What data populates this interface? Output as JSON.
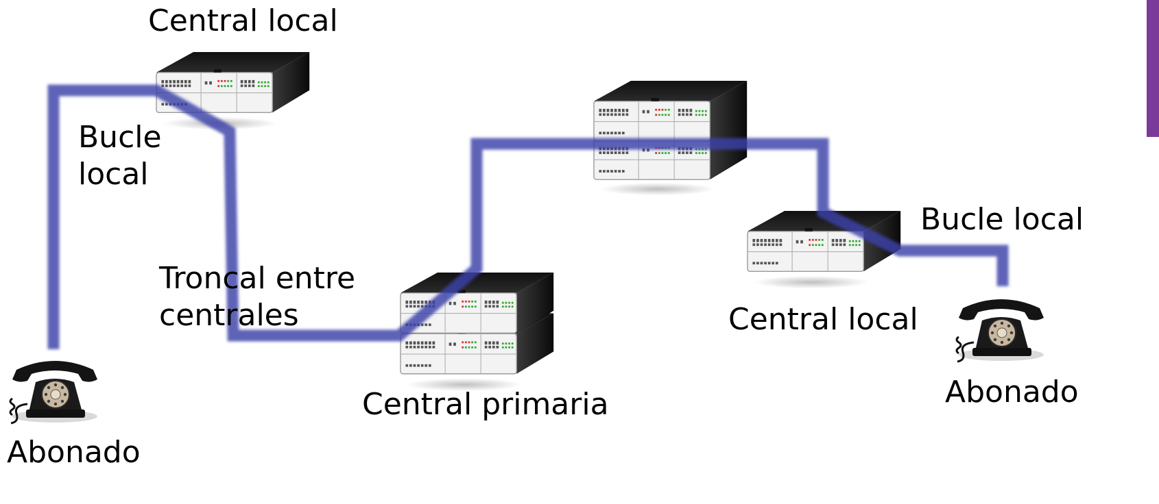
{
  "labels": {
    "central_local_top": "Central local",
    "bucle_local_left_line1": "Bucle",
    "bucle_local_left_line2": "local",
    "troncal_line1": "Troncal entre",
    "troncal_line2": "centrales",
    "central_primaria": "Central primaria",
    "central_local_right": "Central local",
    "bucle_local_right": "Bucle local",
    "abonado_left": "Abonado",
    "abonado_right": "Abonado"
  },
  "icons": {
    "switch": "network-switch-icon",
    "phone": "rotary-telephone-icon"
  },
  "colors": {
    "connection_line": "#3b3fa8",
    "accent_bar": "#7a3a9a",
    "switch_body": "#f2f2f2",
    "switch_top": "#1c1c1c"
  }
}
